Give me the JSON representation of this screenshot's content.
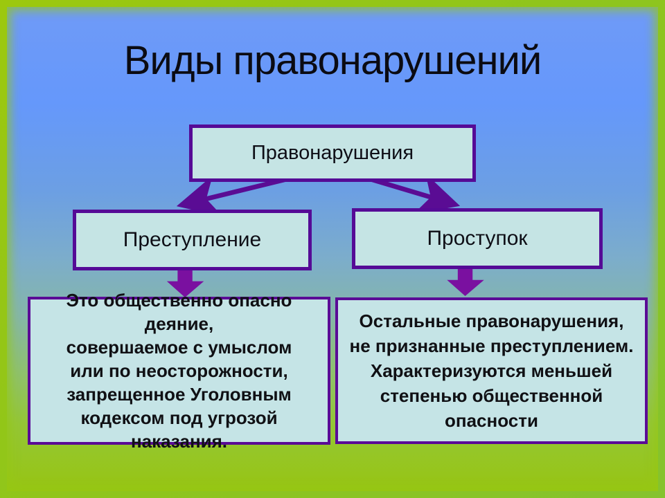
{
  "slide": {
    "title": "Виды правонарушений",
    "diagram": {
      "root": {
        "label": "Правонарушения"
      },
      "children": [
        {
          "label": "Преступление",
          "description": "Это общественно опасно деяние,\nсовершаемое с умыслом\nили по неосторожности,\nзапрещенное Уголовным\nкодексом под угрозой\nнаказания."
        },
        {
          "label": "Проступок",
          "description": "Остальные правонарушения,\nне признанные преступлением.\nХарактеризуются меньшей\nстепенью общественной\nопасности"
        }
      ]
    },
    "colors": {
      "frame_green": "#93c520",
      "background_top_blue": "#6598fb",
      "background_bottom_green": "#97c513",
      "box_fill": "#c5e4e4",
      "box_border": "#550a96",
      "arrow_purple": "#7a10a0",
      "connector_purple": "#5a0c94",
      "text": "#0e0e16"
    }
  }
}
